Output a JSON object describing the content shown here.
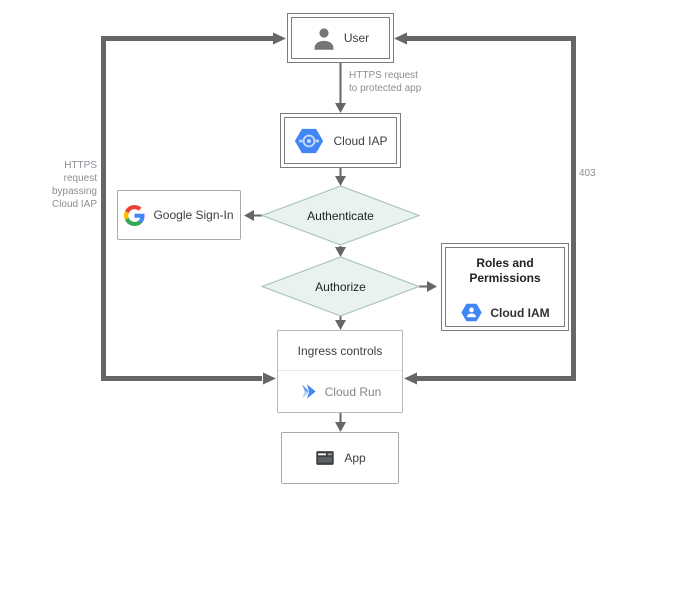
{
  "diagram": {
    "colors": {
      "wire_gray": "#666666",
      "diamond_fill": "#e9f3ee",
      "diamond_border": "#a3bfb1",
      "annotation_gray": "#8a8f94",
      "label_dark": "#3c4043",
      "google_blue": "#4285f4",
      "google_red": "#ea4335",
      "google_yellow": "#fbbc05",
      "google_green": "#34a853",
      "icon_gray": "#757575",
      "app_icon_dark": "#3c4043"
    },
    "nodes": {
      "user": {
        "label": "User",
        "icon": "person-icon"
      },
      "cloud_iap": {
        "label": "Cloud IAP",
        "icon": "cloud-iap-hexagon-icon"
      },
      "authenticate": {
        "label": "Authenticate"
      },
      "google_signin": {
        "label": "Google Sign-In",
        "icon": "google-g-icon"
      },
      "authorize": {
        "label": "Authorize"
      },
      "roles_permissions": {
        "title_line1": "Roles and",
        "title_line2": "Permissions",
        "service_label": "Cloud IAM",
        "icon": "cloud-iam-hexagon-icon"
      },
      "ingress_controls": {
        "title": "Ingress controls",
        "service_label": "Cloud Run",
        "icon": "cloud-run-icon"
      },
      "app": {
        "label": "App",
        "icon": "app-window-icon"
      }
    },
    "annotations": {
      "request_line1": "HTTPS request",
      "request_line2": "to protected app",
      "bypass_lines": [
        "HTTPS",
        "request",
        "bypassing",
        "Cloud IAP"
      ],
      "status_code": "403"
    }
  }
}
